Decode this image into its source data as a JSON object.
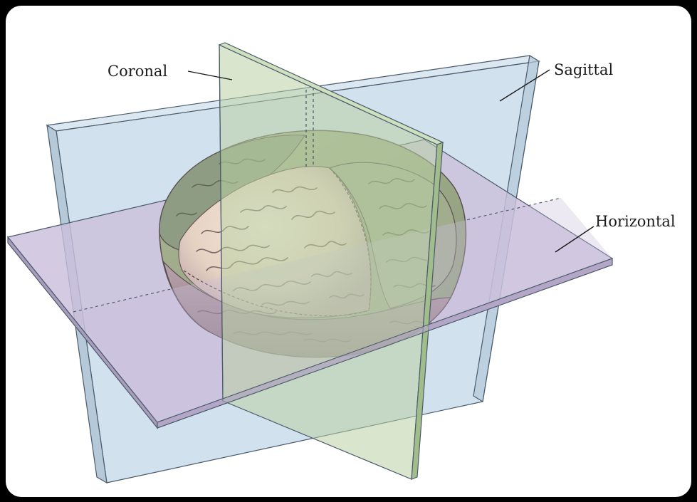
{
  "labels": {
    "coronal": "Coronal",
    "sagittal": "Sagittal",
    "horizontal": "Horizontal"
  },
  "colors": {
    "background": "#ffffff",
    "frame": "#000000",
    "sagittal_plane": "#c9dcea",
    "coronal_plane": "#b9d1a4",
    "horizontal_plane": "#cbbfdc",
    "brain_frontal": "#efe0d2",
    "brain_lateral": "#9fab8c",
    "brain_temporal": "#a6959d",
    "edge_line": "#4a5a6a"
  }
}
